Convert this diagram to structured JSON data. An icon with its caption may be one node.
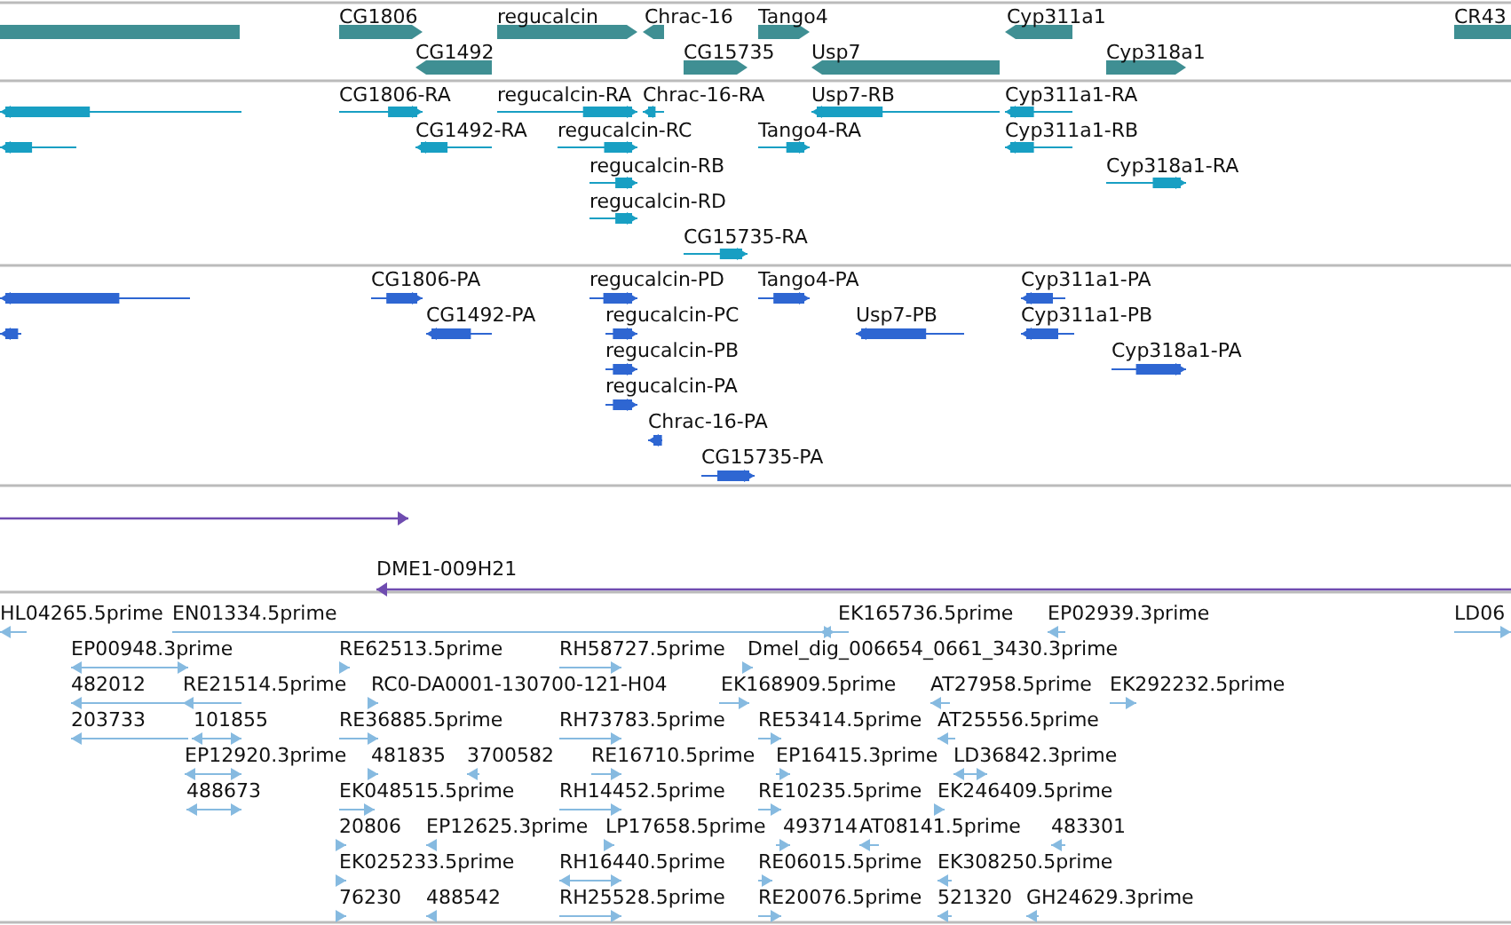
{
  "diagram": {
    "labels": [
      "CG1806",
      "regucalcin",
      "Chrac-16",
      "Tango4",
      "Cyp311a1",
      "CR43",
      "CG1492",
      "CG15735",
      "Usp7",
      "Cyp318a1",
      "CG1806-RA",
      "regucalcin-RA",
      "Chrac-16-RA",
      "Usp7-RB",
      "Cyp311a1-RA",
      "CG1492-RA",
      "regucalcin-RC",
      "Tango4-RA",
      "Cyp311a1-RB",
      "regucalcin-RB",
      "Cyp318a1-RA",
      "regucalcin-RD",
      "CG15735-RA",
      "CG1806-PA",
      "regucalcin-PD",
      "Tango4-PA",
      "Cyp311a1-PA",
      "CG1492-PA",
      "regucalcin-PC",
      "Usp7-PB",
      "Cyp311a1-PB",
      "regucalcin-PB",
      "Cyp318a1-PA",
      "regucalcin-PA",
      "Chrac-16-PA",
      "CG15735-PA",
      "DME1-009H21",
      "HL04265.5prime",
      "EN01334.5prime",
      "EK165736.5prime",
      "EP02939.3prime",
      "LD06",
      "EP00948.3prime",
      "RE62513.5prime",
      "RH58727.5prime",
      "Dmel_dig_006654_0661_3430.3prime",
      "482012",
      "RE21514.5prime",
      "RC0-DA0001-130700-121-H04",
      "EK168909.5prime",
      "AT27958.5prime",
      "EK292232.5prime",
      "203733",
      "101855",
      "RE36885.5prime",
      "RH73783.5prime",
      "RE53414.5prime",
      "AT25556.5prime",
      "EP12920.3prime",
      "481835",
      "3700582",
      "RE16710.5prime",
      "EP16415.3prime",
      "LD36842.3prime",
      "488673",
      "EK048515.5prime",
      "RH14452.5prime",
      "RE10235.5prime",
      "EK246409.5prime",
      "20806",
      "EP12625.3prime",
      "LP17658.5prime",
      "493714",
      "AT08141.5prime",
      "483301",
      "EK025233.5prime",
      "RH16440.5prime",
      "RE06015.5prime",
      "EK308250.5prime",
      "76230",
      "488542",
      "RH25528.5prime",
      "RE20076.5prime",
      "521320",
      "GH24629.3prime"
    ]
  }
}
